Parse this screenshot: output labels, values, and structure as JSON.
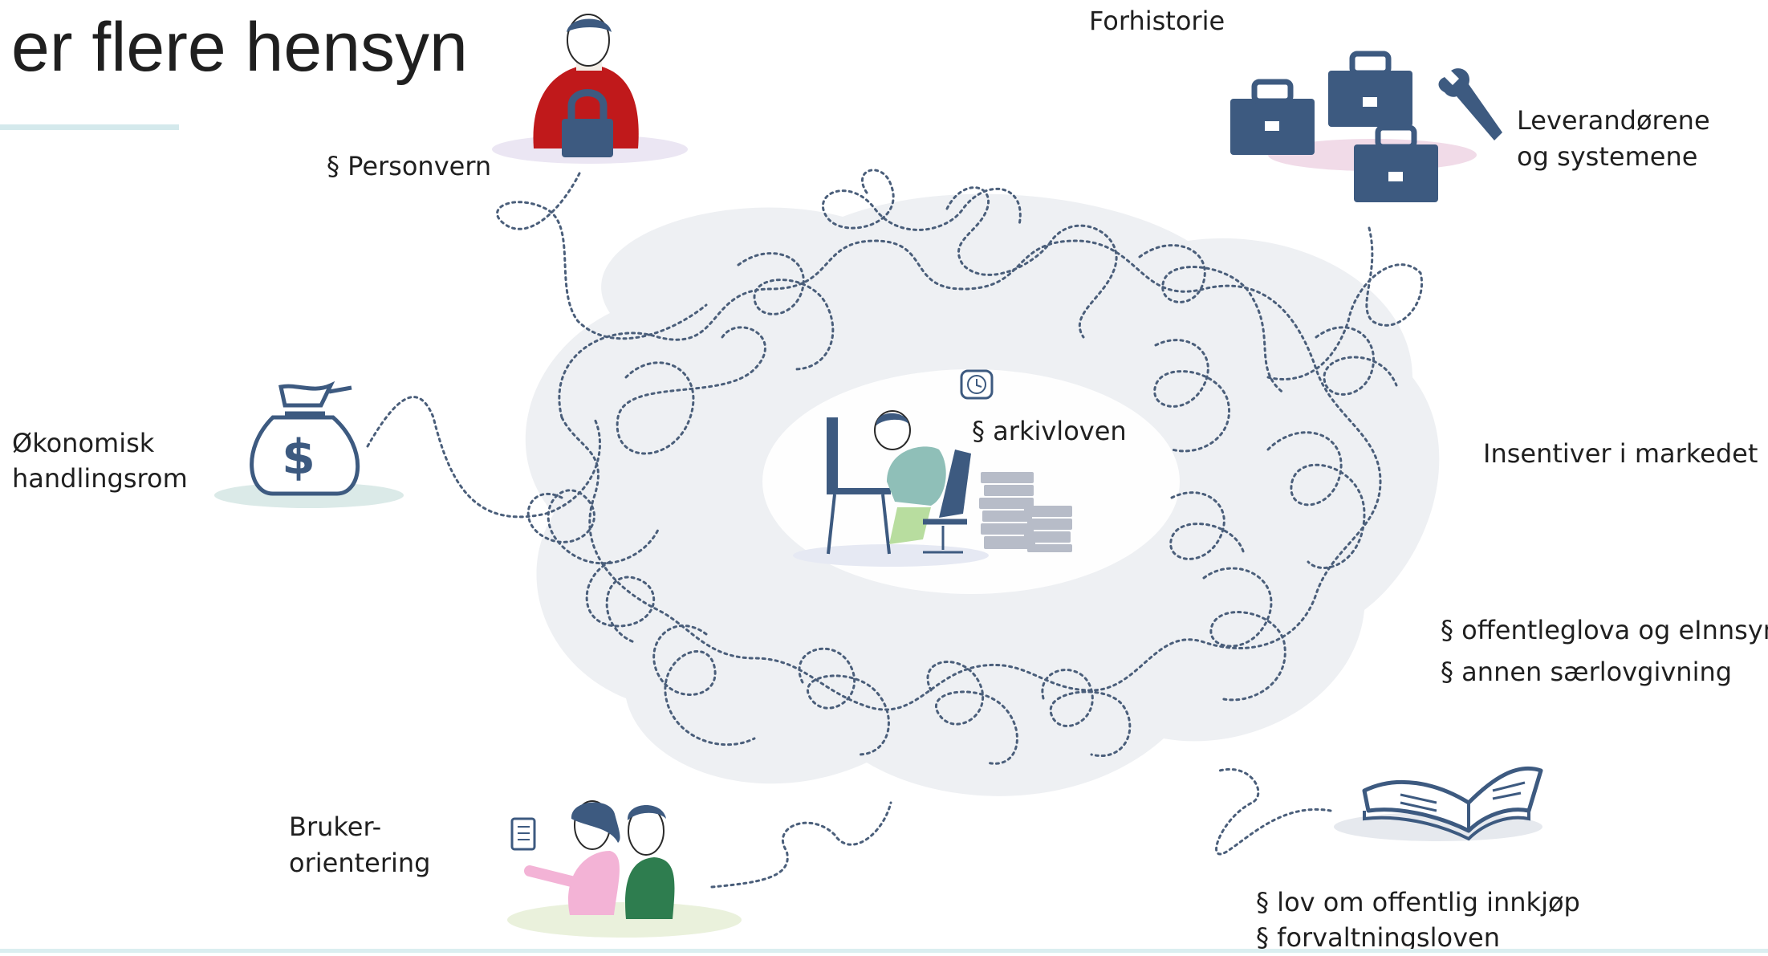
{
  "slide": {
    "title": "er flere hensyn",
    "labels": {
      "forhistorie": "Forhistorie",
      "personvern": "§ Personvern",
      "leverandorene_1": "Leverandørene",
      "leverandorene_2": "og systemene",
      "okonomisk_1": "Økonomisk",
      "okonomisk_2": "handlingsrom",
      "arkivloven": "§ arkivloven",
      "insentiver": "Insentiver i markedet",
      "offentleglova": "§ offentleglova og eInnsyn",
      "saerlov": "§ annen særlovgivning",
      "bruker_1": "Bruker-",
      "bruker_2": "orientering",
      "innkjop": "§ lov om offentlig innkjøp",
      "forvaltningsloven": "§ forvaltningsloven"
    }
  },
  "icons": [
    "person-with-padlock-icon",
    "briefcases-with-wrench-icon",
    "money-bag-icon",
    "person-at-computer-icon",
    "clock-icon",
    "two-people-with-checklist-icon",
    "open-book-icon"
  ],
  "colors": {
    "navy": "#3d5a80",
    "red": "#c0191b",
    "pink": "#f3b3d6",
    "green": "#2e7d4f",
    "teal": "#8fbfb8",
    "cloud": "#eef0f3",
    "dotted_line": "#4a5e7a"
  }
}
